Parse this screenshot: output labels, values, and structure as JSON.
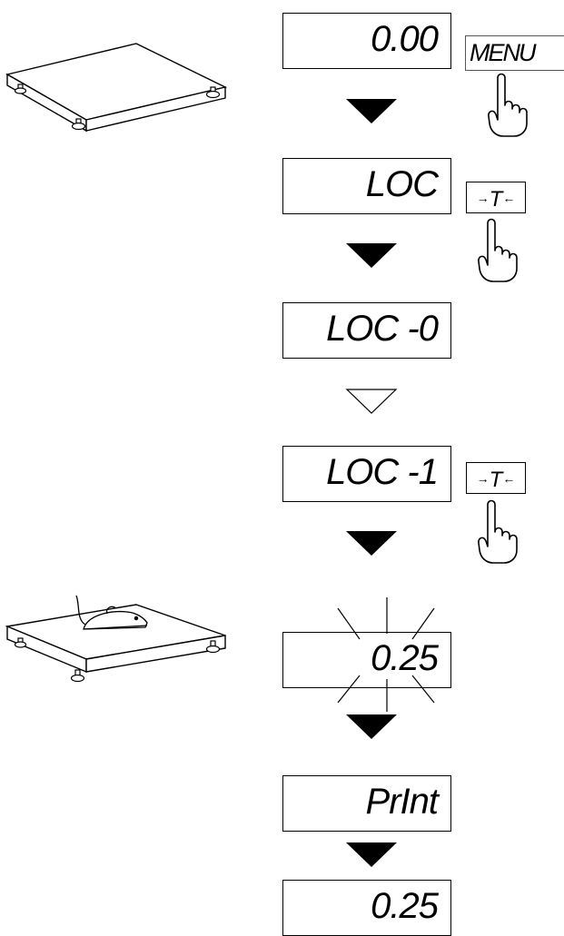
{
  "steps": [
    {
      "display": "0.00",
      "key": "MENU"
    },
    {
      "display": "LOC",
      "key": "→T←"
    },
    {
      "display": "LOC -0"
    },
    {
      "display": "LOC -1",
      "key": "→T←"
    },
    {
      "display": "0.25"
    },
    {
      "display": "PrInt"
    },
    {
      "display": "0.25"
    }
  ],
  "keys": {
    "menu": {
      "text": "MENU"
    },
    "tare": {
      "left_arrow": "→",
      "letter": "T",
      "right_arrow": "←"
    }
  },
  "arrows": [
    "filled",
    "filled",
    "outline",
    "filled",
    "filled",
    "filled"
  ],
  "icons": {
    "scale": "platform-scale-icon",
    "scale_loaded": "platform-scale-with-mouse-icon",
    "hand": "pointing-hand-icon",
    "flash": "flashing-rays-icon"
  }
}
